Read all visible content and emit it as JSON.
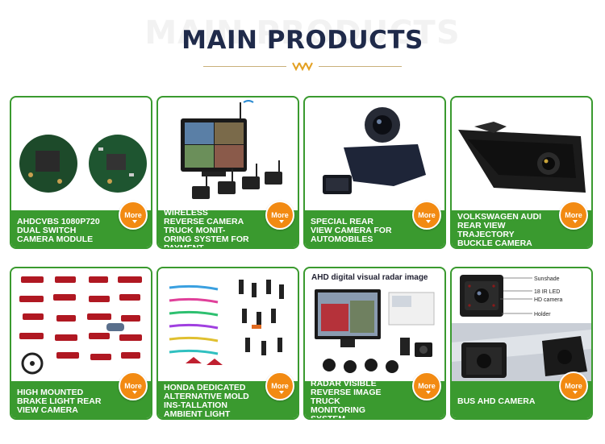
{
  "header": {
    "ghost_title": "MAIN PRODUCTS",
    "title": "MAIN PRODUCTS"
  },
  "colors": {
    "accent_green": "#3a9a2f",
    "more_orange": "#f28a12",
    "title_navy": "#1f2a4a",
    "divider_gold": "#c9b07a"
  },
  "more_label": "More",
  "products": [
    {
      "label": "AHDCVBS 1080P720 DUAL SWITCH CAMERA MODULE"
    },
    {
      "label": "WIRELESS REVERSE CAMERA TRUCK MONIT-ORING SYSTEM FOR PAYMENT"
    },
    {
      "label": "SPECIAL REAR VIEW CAMERA FOR AUTOMOBILES"
    },
    {
      "label": "VOLKSWAGEN AUDI REAR VIEW TRAJECTORY BUCKLE CAMERA"
    },
    {
      "label": "HIGH MOUNTED BRAKE LIGHT REAR VIEW CAMERA"
    },
    {
      "label": "HONDA DEDICATED ALTERNATIVE MOLD INS-TALLATION AMBIENT LIGHT"
    },
    {
      "label": "RADAR VISIBLE REVERSE IMAGE TRUCK MONITORING SYSTEM"
    },
    {
      "label": "BUS AHD CAMERA"
    }
  ],
  "image_text": {
    "radar_heading": "AHD digital visual radar image",
    "bus_labels": [
      "Sunshade",
      "18 IR LED",
      "HD camera",
      "Holder"
    ]
  }
}
